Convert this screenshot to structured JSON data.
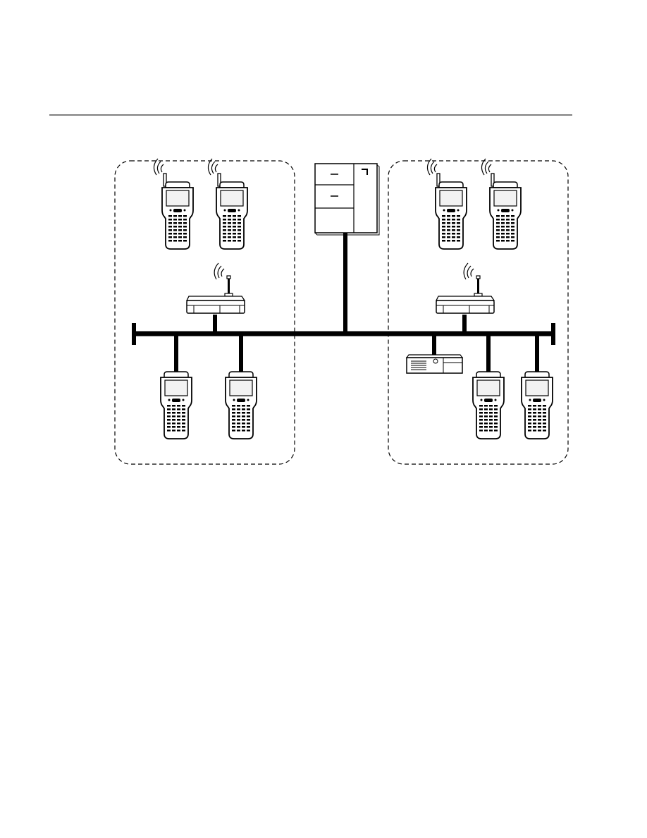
{
  "diagram": {
    "colors": {
      "ink": "#000000",
      "paper": "#ffffff",
      "screen": "#f2f2f2"
    },
    "groups": [
      {
        "name": "left-cell",
        "wireless_terminals": 2,
        "access_points": 1,
        "wired_terminals": 2
      },
      {
        "name": "right-cell",
        "wireless_terminals": 2,
        "access_points": 1,
        "wired_terminals": 2,
        "servers": 1
      }
    ],
    "central": {
      "icon": "host-computer-icon",
      "connection": "backbone"
    },
    "icons": {
      "terminal": "handheld-terminal-icon",
      "access_point": "access-point-icon",
      "server": "desktop-server-icon",
      "radio_waves": "radio-waves-icon"
    }
  }
}
